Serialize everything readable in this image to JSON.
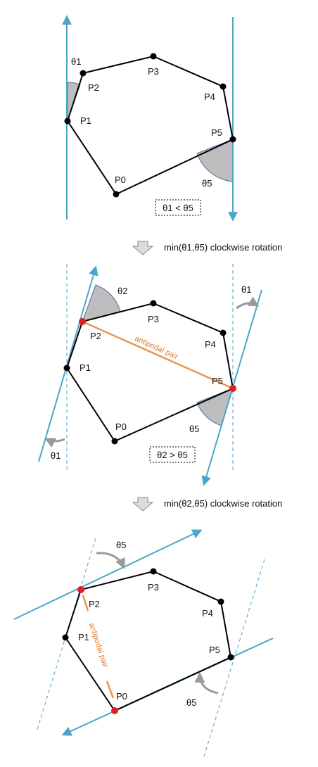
{
  "panels": [
    {
      "points": [
        "P1",
        "P2",
        "P3",
        "P4",
        "P5",
        "P0"
      ],
      "angles": [
        "θ1",
        "θ5"
      ],
      "condition": "θ1 < θ5"
    },
    {
      "step_caption": "min(θ1,θ5) clockwise rotation",
      "points": [
        "P1",
        "P2",
        "P3",
        "P4",
        "P5",
        "P0"
      ],
      "angles": [
        "θ2",
        "θ1",
        "θ5",
        "θ1"
      ],
      "pair_label": "antipodal pair",
      "condition": "θ2 > θ5"
    },
    {
      "step_caption": "min(θ2,θ5) clockwise rotation",
      "points": [
        "P1",
        "P2",
        "P3",
        "P4",
        "P5",
        "P0"
      ],
      "angles": [
        "θ5",
        "θ5"
      ],
      "pair_label": "antipodal pair"
    }
  ],
  "colors": {
    "caliper": "#4da6c8",
    "wedge": "#bdbdbd",
    "arrow_gray": "#9a9a9a",
    "pair": "#e8954f",
    "antipodal_point": "#e02020",
    "vertex": "#000000"
  }
}
